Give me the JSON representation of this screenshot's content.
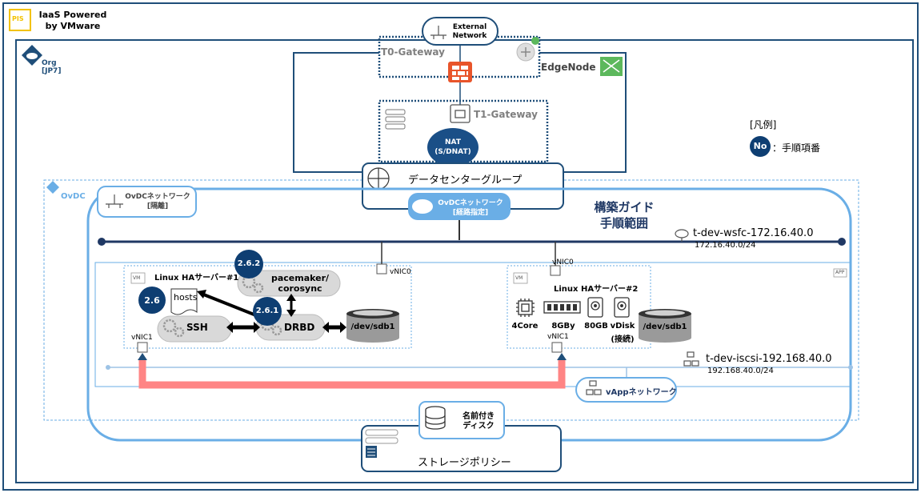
{
  "branding": {
    "logo_text": "PIS",
    "title_line1": "IaaS Powered",
    "title_line2": "by VMware"
  },
  "org": {
    "label": "Org",
    "code": "[JP7]"
  },
  "external_network": {
    "line1": "External",
    "line2": "Network"
  },
  "t0_gateway": {
    "label": "T0-Gateway"
  },
  "edge_node": {
    "label": "EdgeNode"
  },
  "t1_gateway": {
    "label": "T1-Gateway"
  },
  "nat": {
    "line1": "NAT",
    "line2": "(S/DNAT)"
  },
  "datacenter_group": {
    "label": "データセンターグループ"
  },
  "legend": {
    "title": "[凡例]",
    "badge": "No",
    "text": "：手順項番"
  },
  "ovdc": {
    "label": "OvDC",
    "isolated_network": {
      "line1": "OvDCネットワーク",
      "line2": "[隔離]"
    },
    "routed_network": {
      "line1": "OvDCネットワーク",
      "line2": "[経路指定]"
    }
  },
  "guide_scope": {
    "line1": "構築ガイド",
    "line2": "手順範囲"
  },
  "networks": {
    "wsfc": {
      "name": "t-dev-wsfc-172.16.40.0",
      "cidr": "172.16.40.0/24"
    },
    "iscsi": {
      "name": "t-dev-iscsi-192.168.40.0",
      "cidr": "192.168.40.0/24"
    }
  },
  "vapp": {
    "badge": "APP",
    "network_label": "vAppネットワーク"
  },
  "vm1": {
    "badge": "VM",
    "title": "Linux HAサーバー#1",
    "vnic0": "vNIC0",
    "vnic1": "vNIC1",
    "hosts": "hosts",
    "pacemaker": {
      "line1": "pacemaker/",
      "line2": "corosync"
    },
    "ssh": "SSH",
    "drbd": "DRBD",
    "disk": "/dev/sdb1"
  },
  "vm2": {
    "badge": "VM",
    "title": "Linux HAサーバー#2",
    "vnic0": "vNIC0",
    "vnic1": "vNIC1",
    "specs": [
      "4Core",
      "8GBy",
      "80GB",
      "vDisk"
    ],
    "vdisk_note": "(接続)",
    "disk": "/dev/sdb1"
  },
  "steps": {
    "s1": "2.6",
    "s2": "2.6.1",
    "s3": "2.6.2"
  },
  "named_disk": {
    "line1": "名前付き",
    "line2": "ディスク"
  },
  "storage_policy": {
    "label": "ストレージポリシー"
  },
  "colors": {
    "frame_navy": "#1f4e79",
    "scope_blue": "#6aaee6",
    "badge_navy": "#0e3e72",
    "firewall_orange": "#e8542a",
    "edge_green": "#5cb85c",
    "link_red": "#ff6b6b",
    "disk_gray": "#9a9a9a"
  }
}
